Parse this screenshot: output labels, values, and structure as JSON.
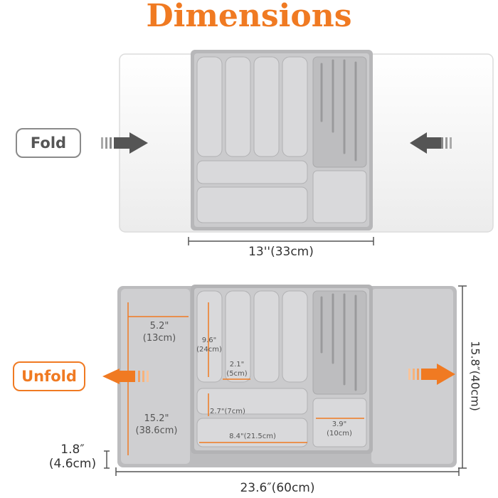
{
  "title": "Dimensions",
  "fold": {
    "label": "Fold",
    "width": "13''(33cm)"
  },
  "unfold": {
    "label": "Unfold",
    "total_width": "23.6″(60cm)",
    "total_depth": "15.8″(40cm)",
    "height_value": "1.8″",
    "height_metric": "(4.6cm)",
    "side_width_value": "5.2\"",
    "side_width_metric": "(13cm)",
    "side_depth_value": "15.2\"",
    "side_depth_metric": "(38.6cm)",
    "slot_length_value": "9.6\"",
    "slot_length_metric": "(24cm)",
    "slot_width_value": "2.1\"",
    "slot_width_metric": "(5cm)",
    "tray_depth": "2.7\"(7cm)",
    "tray_length": "8.4\"(21.5cm)",
    "small_width_value": "3.9\"",
    "small_width_metric": "(10cm)"
  },
  "colors": {
    "accent": "#f07a22",
    "tray_gray": "#c9c9cb",
    "frame_gray": "#b3b3b5",
    "white_tray": "#ffffff",
    "arrow_gray": "#555555"
  }
}
